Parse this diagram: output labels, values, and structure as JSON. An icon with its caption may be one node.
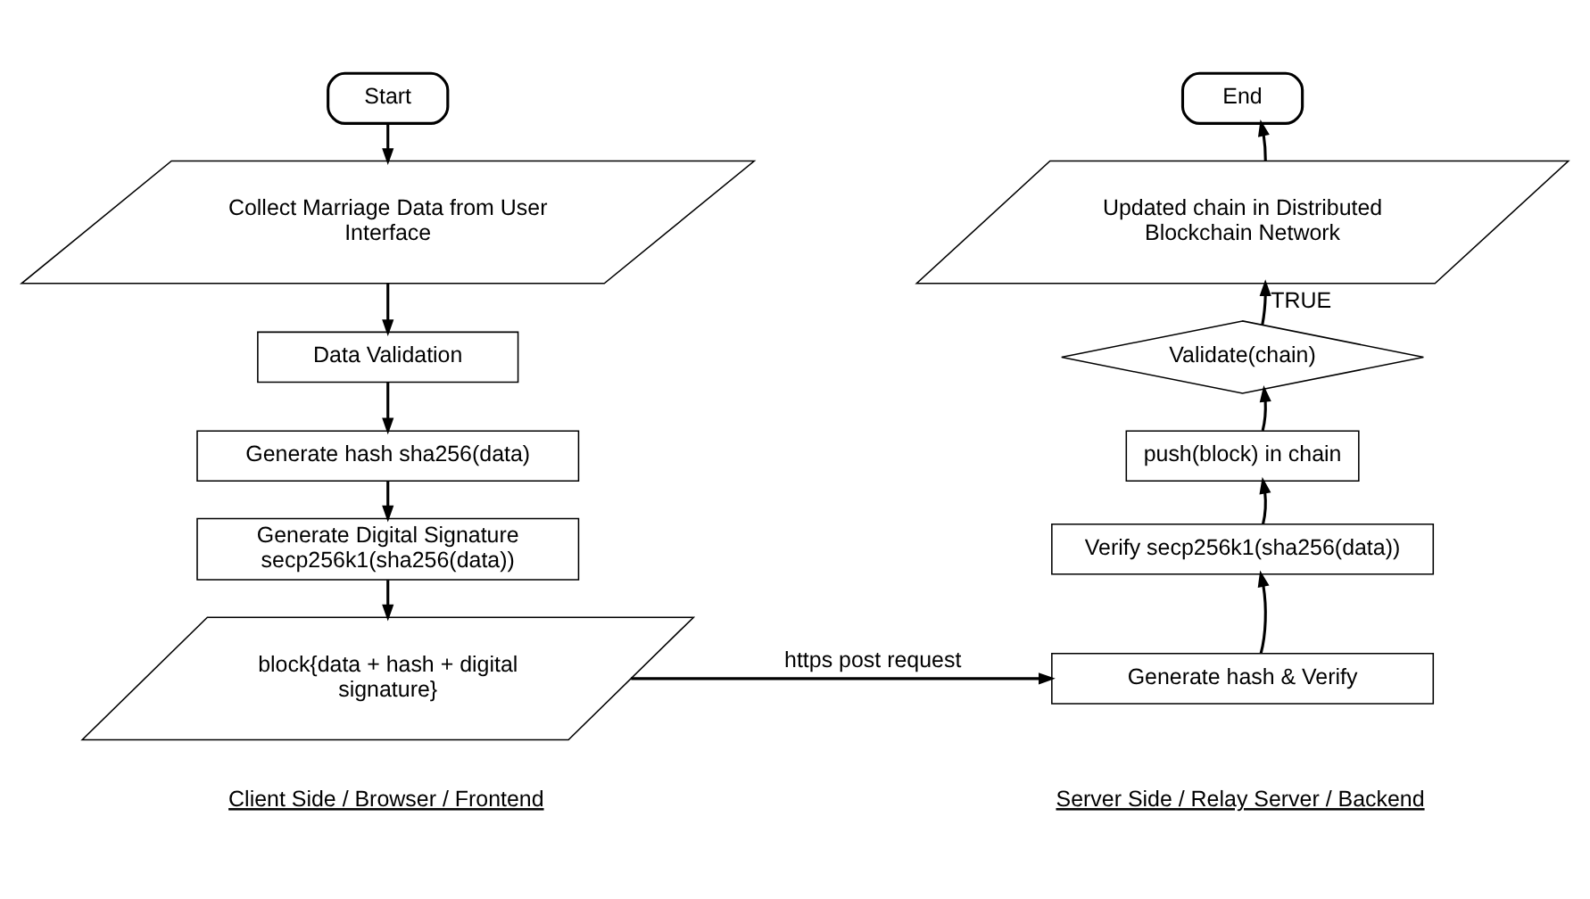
{
  "diagram": {
    "nodes": [
      {
        "text": [
          "Start"
        ]
      },
      {
        "text": [
          "Collect Marriage Data from User Interface"
        ]
      },
      {
        "text": [
          "Data Validation"
        ]
      },
      {
        "text": [
          "Generate hash sha256(data)"
        ]
      },
      {
        "text": [
          "Generate Digital Signature secp256k1(sha256(data))"
        ]
      },
      {
        "text": [
          "block{data + hash + digital signature}"
        ]
      },
      {
        "text": [
          "Generate hash & Verify"
        ]
      },
      {
        "text": [
          "Verify secp256k1(sha256(data))"
        ]
      },
      {
        "text": [
          "push(block) in chain"
        ]
      },
      {
        "text": [
          "Validate(chain)"
        ]
      },
      {
        "text": [
          "Updated chain in Distributed Blockchain Network"
        ]
      },
      {
        "text": [
          "End"
        ]
      }
    ],
    "edges": [
      {
        "from": 0,
        "to": 1,
        "arrow": "to"
      },
      {
        "from": 1,
        "to": 2,
        "arrow": "to"
      },
      {
        "from": 2,
        "to": 3,
        "arrow": "to"
      },
      {
        "from": 3,
        "to": 4,
        "arrow": "to"
      },
      {
        "from": 4,
        "to": 5,
        "arrow": "to"
      },
      {
        "from": 5,
        "to": 6,
        "arrow": "to",
        "label": "https post request"
      },
      {
        "from": 6,
        "to": 7,
        "arrow": "to"
      },
      {
        "from": 7,
        "to": 8,
        "arrow": "to"
      },
      {
        "from": 8,
        "to": 9,
        "arrow": "to"
      },
      {
        "from": 9,
        "to": 10,
        "arrow": "to",
        "label": "TRUE"
      },
      {
        "from": 10,
        "to": 11,
        "arrow": "to"
      }
    ],
    "labels": [
      "Client Side / Browser / Frontend",
      "Server Side / Relay Server / Backend"
    ]
  }
}
